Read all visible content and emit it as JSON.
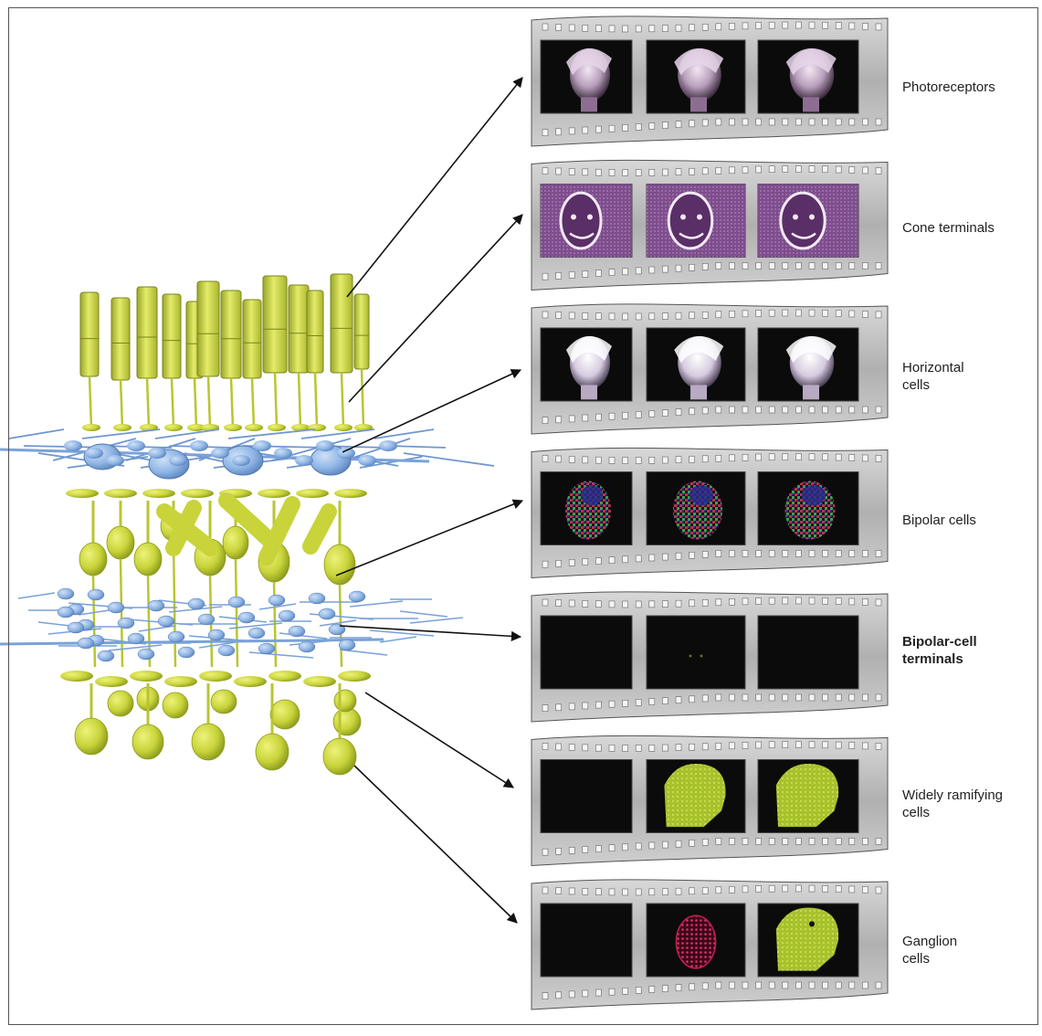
{
  "layers": [
    {
      "label": "Photoreceptors",
      "style": "face-purple",
      "bold": false
    },
    {
      "label": "Cone terminals",
      "style": "edge-purple",
      "bold": false
    },
    {
      "label": "Horizontal\ncells",
      "style": "face-bright",
      "bold": false
    },
    {
      "label": "Bipolar cells",
      "style": "rgb-noise",
      "bold": false
    },
    {
      "label": "Bipolar-cell\nterminals",
      "style": "dark",
      "bold": true
    },
    {
      "label": "Widely ramifying\ncells",
      "style": "green-blob",
      "bold": false
    },
    {
      "label": "Ganglion\ncells",
      "style": "ganglion",
      "bold": false
    }
  ],
  "colors": {
    "neuron_yellow": "#c8d43a",
    "neuron_blue": "#8fb6e6",
    "film_grey": "#b9b9b9",
    "frame_black": "#0b0b0b"
  }
}
